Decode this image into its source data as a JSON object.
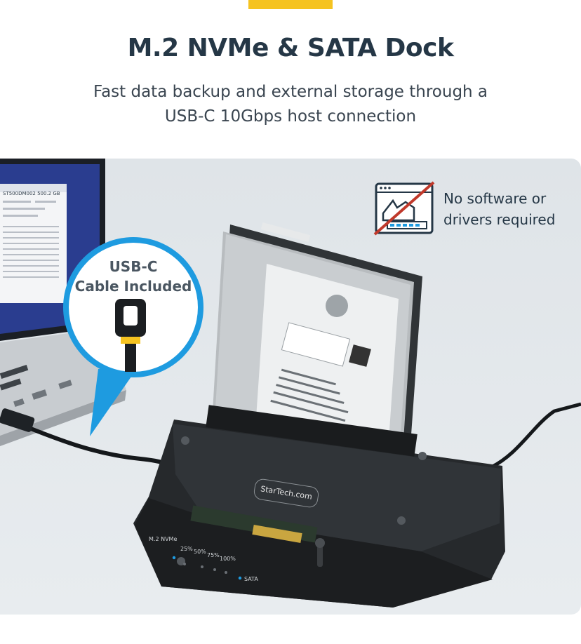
{
  "headline": "M.2 NVMe & SATA Dock",
  "subtitle": {
    "line1": "Fast data backup and external storage through a",
    "line2": "USB-C 10Gbps host connection"
  },
  "badge": {
    "icon": "no-software-icon",
    "line1": "No software or",
    "line2": "drivers required"
  },
  "callout": {
    "line1": "USB-C",
    "line2": "Cable Included",
    "icon": "usb-c-cable-icon"
  },
  "dock": {
    "brand": "StarTech.com",
    "slot_m2": "M.2 NVMe",
    "slot_sata": "SATA",
    "levels": [
      "25%",
      "50%",
      "75%",
      "100%"
    ]
  },
  "laptop_screen": {
    "window_title": "ST500DM002 500.2 GB"
  },
  "colors": {
    "accent": "#f5c320",
    "text": "#253746",
    "callout_ring": "#1e9be0",
    "no_symbol": "#c0392b"
  }
}
